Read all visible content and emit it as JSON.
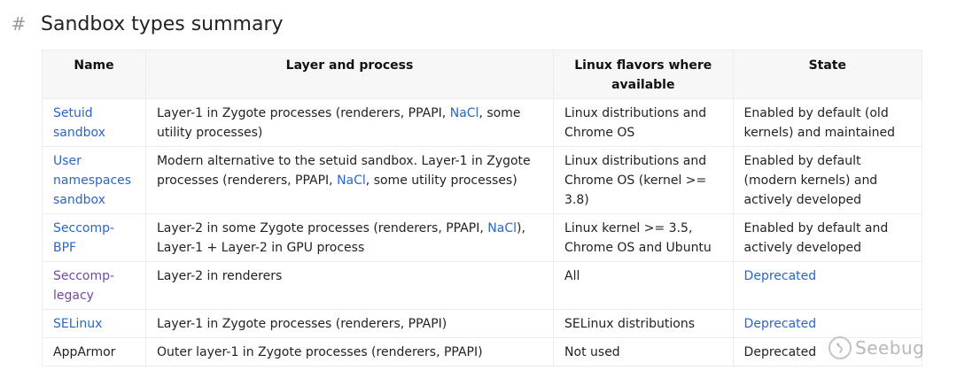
{
  "heading": {
    "hash": "#",
    "title": "Sandbox types summary"
  },
  "table": {
    "headers": {
      "name": "Name",
      "layer": "Layer and process",
      "linux": "Linux flavors where available",
      "state": "State"
    },
    "rows": [
      {
        "name": "Setuid sandbox",
        "layer_pre": "Layer-1 in Zygote processes (renderers, PPAPI, ",
        "layer_link": "NaCl",
        "layer_post": ", some utility processes)",
        "linux": "Linux distributions and Chrome OS",
        "state": "Enabled by default (old kernels) and maintained"
      },
      {
        "name": "User namespaces sandbox",
        "layer_pre": "Modern alternative to the setuid sandbox. Layer-1 in Zygote processes (renderers, PPAPI, ",
        "layer_link": "NaCl",
        "layer_post": ", some utility processes)",
        "linux": "Linux distributions and Chrome OS (kernel >= 3.8)",
        "state": "Enabled by default (modern kernels) and actively developed"
      },
      {
        "name": "Seccomp-BPF",
        "layer_pre": "Layer-2 in some Zygote processes (renderers, PPAPI, ",
        "layer_link": "NaCl",
        "layer_post": "), Layer-1 + Layer-2 in GPU process",
        "linux": "Linux kernel >= 3.5, Chrome OS and Ubuntu",
        "state": "Enabled by default and actively developed"
      },
      {
        "name": "Seccomp-legacy",
        "layer": "Layer-2 in renderers",
        "linux": "All",
        "state": "Deprecated"
      },
      {
        "name": "SELinux",
        "layer": "Layer-1 in Zygote processes (renderers, PPAPI)",
        "linux": "SELinux distributions",
        "state": "Deprecated"
      },
      {
        "name": "AppArmor",
        "layer": "Outer layer-1 in Zygote processes (renderers, PPAPI)",
        "linux": "Not used",
        "state": "Deprecated"
      }
    ]
  },
  "watermark": {
    "text": "Seebug"
  },
  "colors": {
    "link": "#2a66c8",
    "visited_link": "#7048a8",
    "header_bg": "#f7f7f7",
    "border": "#ececec"
  }
}
